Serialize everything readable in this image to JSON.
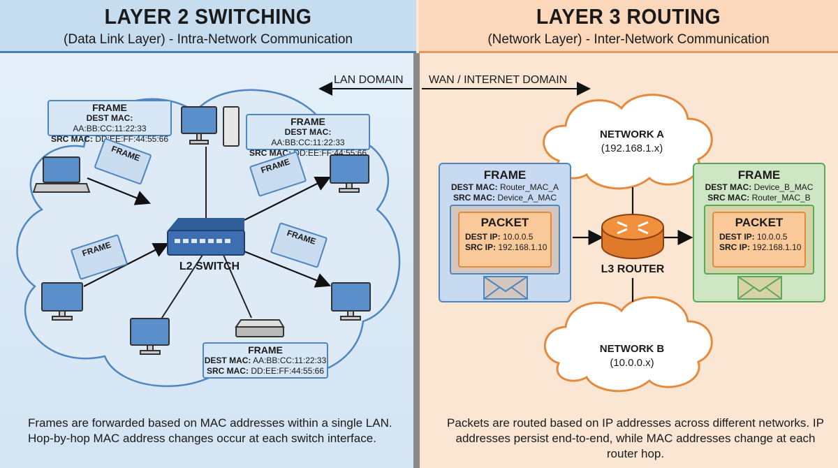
{
  "left": {
    "title": "LAYER 2 SWITCHING",
    "subtitle": "(Data Link Layer) - Intra-Network Communication",
    "domain": "LAN DOMAIN",
    "switch_label": "L2 SWITCH",
    "frames": [
      {
        "title": "FRAME",
        "dest_label": "DEST MAC:",
        "dest": "AA:BB:CC:11:22:33",
        "src_label": "SRC MAC:",
        "src": "DD:EE:FF:44:55:66"
      },
      {
        "title": "FRAME",
        "dest_label": "DEST MAC:",
        "dest": "AA:BB:CC:11:22:33",
        "src_label": "SRC MAC:",
        "src": "DD:EE:FF:44:55:66"
      },
      {
        "title": "FRAME",
        "dest_label": "DEST MAC:",
        "dest": "AA:BB:CC:11:22:33",
        "src_label": "SRC MAC:",
        "src": "DD:EE:FF:44:55:66"
      }
    ],
    "envelope_label": "FRAME",
    "description": "Frames are forwarded based on MAC addresses within a single LAN. Hop-by-hop MAC address changes occur at each switch interface."
  },
  "right": {
    "title": "LAYER 3 ROUTING",
    "subtitle": "(Network Layer) - Inter-Network Communication",
    "domain": "WAN / INTERNET DOMAIN",
    "router_label": "L3 ROUTER",
    "network_a": {
      "name": "NETWORK A",
      "subnet": "(192.168.1.x)"
    },
    "network_b": {
      "name": "NETWORK B",
      "subnet": "(10.0.0.x)"
    },
    "frame_in": {
      "title": "FRAME",
      "dest_label": "DEST MAC:",
      "dest": "Router_MAC_A",
      "src_label": "SRC MAC:",
      "src": "Device_A_MAC",
      "packet": {
        "title": "PACKET",
        "dest_label": "DEST IP:",
        "dest": "10.0.0.5",
        "src_label": "SRC IP:",
        "src": "192.168.1.10"
      }
    },
    "frame_out": {
      "title": "FRAME",
      "dest_label": "DEST MAC:",
      "dest": "Device_B_MAC",
      "src_label": "SRC MAC:",
      "src": "Router_MAC_B",
      "packet": {
        "title": "PACKET",
        "dest_label": "DEST IP:",
        "dest": "10.0.0.5",
        "src_label": "SRC IP:",
        "src": "192.168.1.10"
      }
    },
    "description": "Packets are routed based on IP addresses across different networks. IP addresses persist end-to-end, while MAC addresses change at each router hop."
  },
  "colors": {
    "l2_blue": "#4f86c0",
    "l3_orange": "#e48a3e",
    "green": "#5aa85a"
  }
}
